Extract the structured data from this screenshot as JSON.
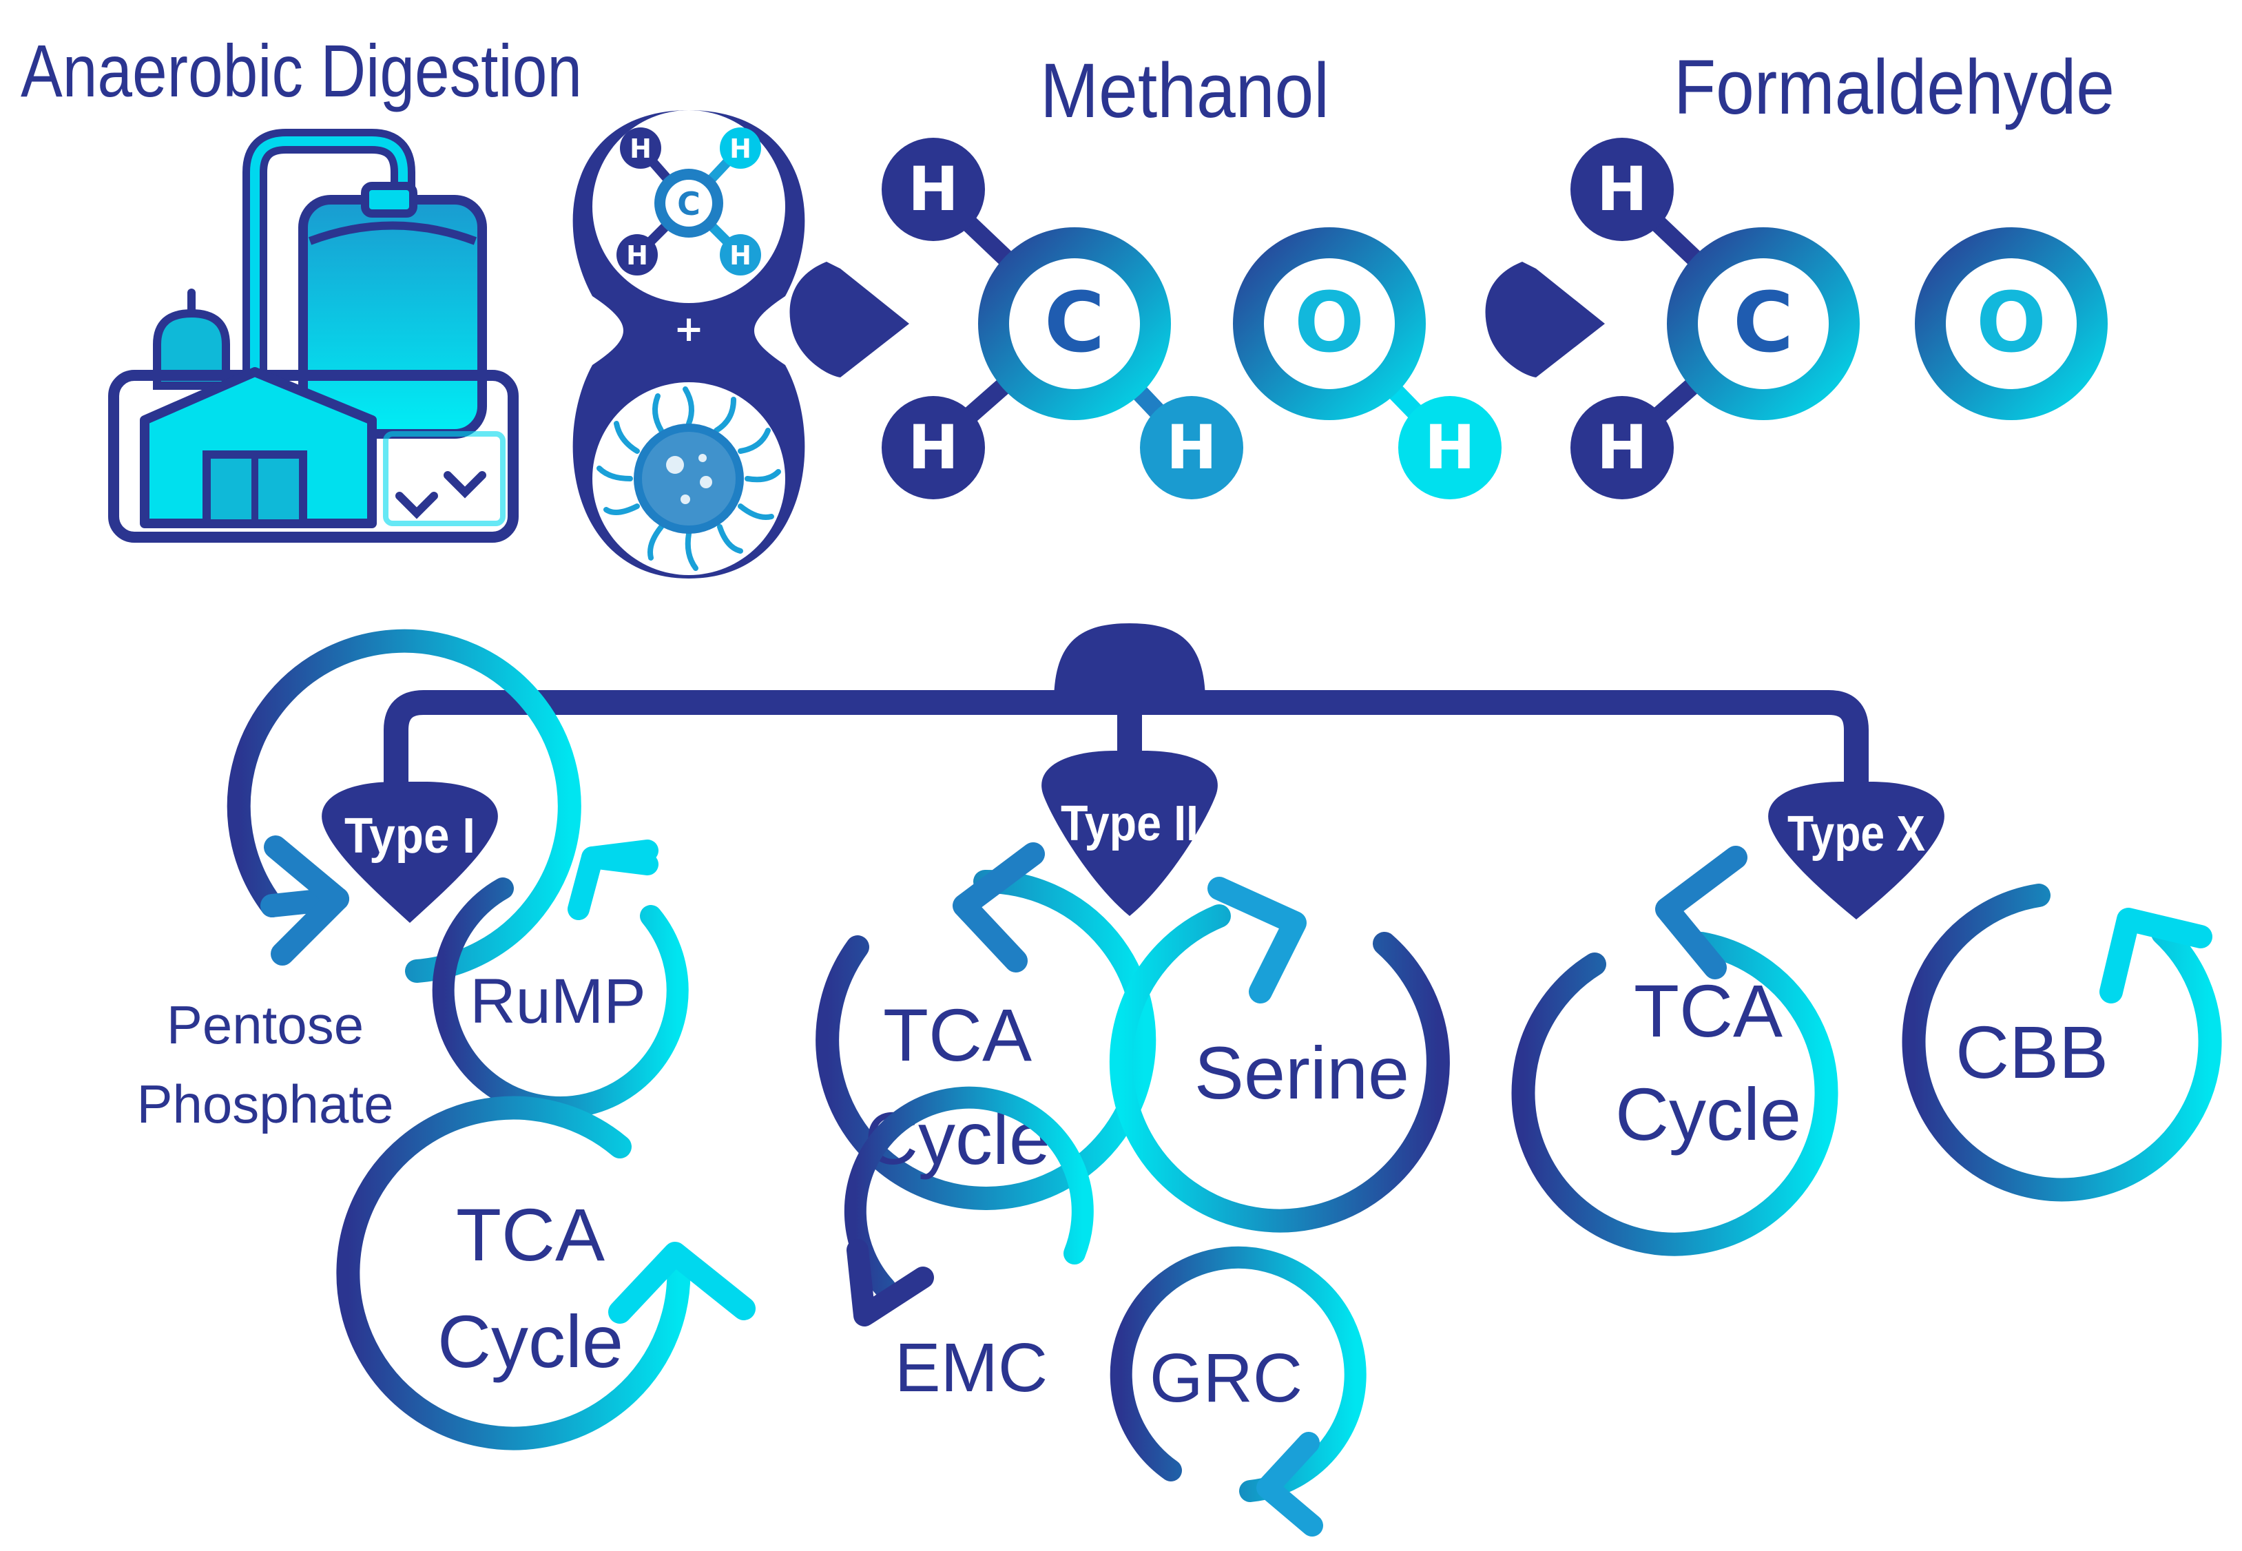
{
  "titles": {
    "anaerobic": "Anaerobic Digestion",
    "methanol": "Methanol",
    "formaldehyde": "Formaldehyde"
  },
  "atoms": {
    "h": "H",
    "c": "C",
    "o": "O",
    "plus": "+"
  },
  "types": {
    "type1": "Type I",
    "type2": "Type II",
    "typeX": "Type X"
  },
  "cycles": {
    "pentose_line1": "Pentose",
    "pentose_line2": "Phosphate",
    "rump": "RuMP",
    "tca_line1": "TCA",
    "tca_line2": "Cycle",
    "serine": "Serine",
    "emc": "EMC",
    "grc": "GRC",
    "cbb": "CBB"
  },
  "colors": {
    "navy": "#2b3590",
    "cyan": "#00e5f0",
    "teal": "#11b5d6"
  }
}
